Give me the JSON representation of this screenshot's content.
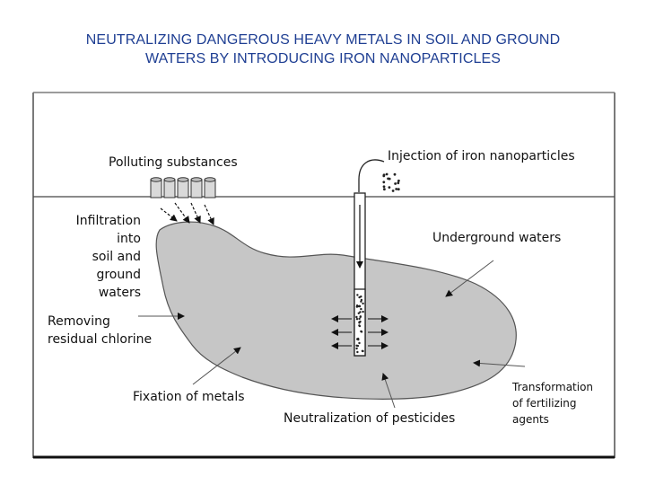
{
  "title": {
    "line1": "NEUTRALIZING DANGEROUS HEAVY METALS IN SOIL AND GROUND",
    "line2": "WATERS BY INTRODUCING IRON NANOPARTICLES"
  },
  "labels": {
    "polluting": "Polluting substances",
    "injection": "Injection of iron nanoparticles",
    "infiltration": [
      "Infiltration",
      "into",
      "soil  and",
      "ground",
      "waters"
    ],
    "underground": "Underground waters",
    "chlorine": [
      "Removing",
      "residual chlorine"
    ],
    "fixation": "Fixation of metals",
    "pesticides": "Neutralization of pesticides",
    "fertilizing": [
      "Transformation",
      "of fertilizing",
      "agents"
    ]
  },
  "colors": {
    "title": "#1f3f93",
    "plume_fill": "#c6c6c6",
    "frame": "#7a7a7a",
    "ink": "#111111"
  }
}
